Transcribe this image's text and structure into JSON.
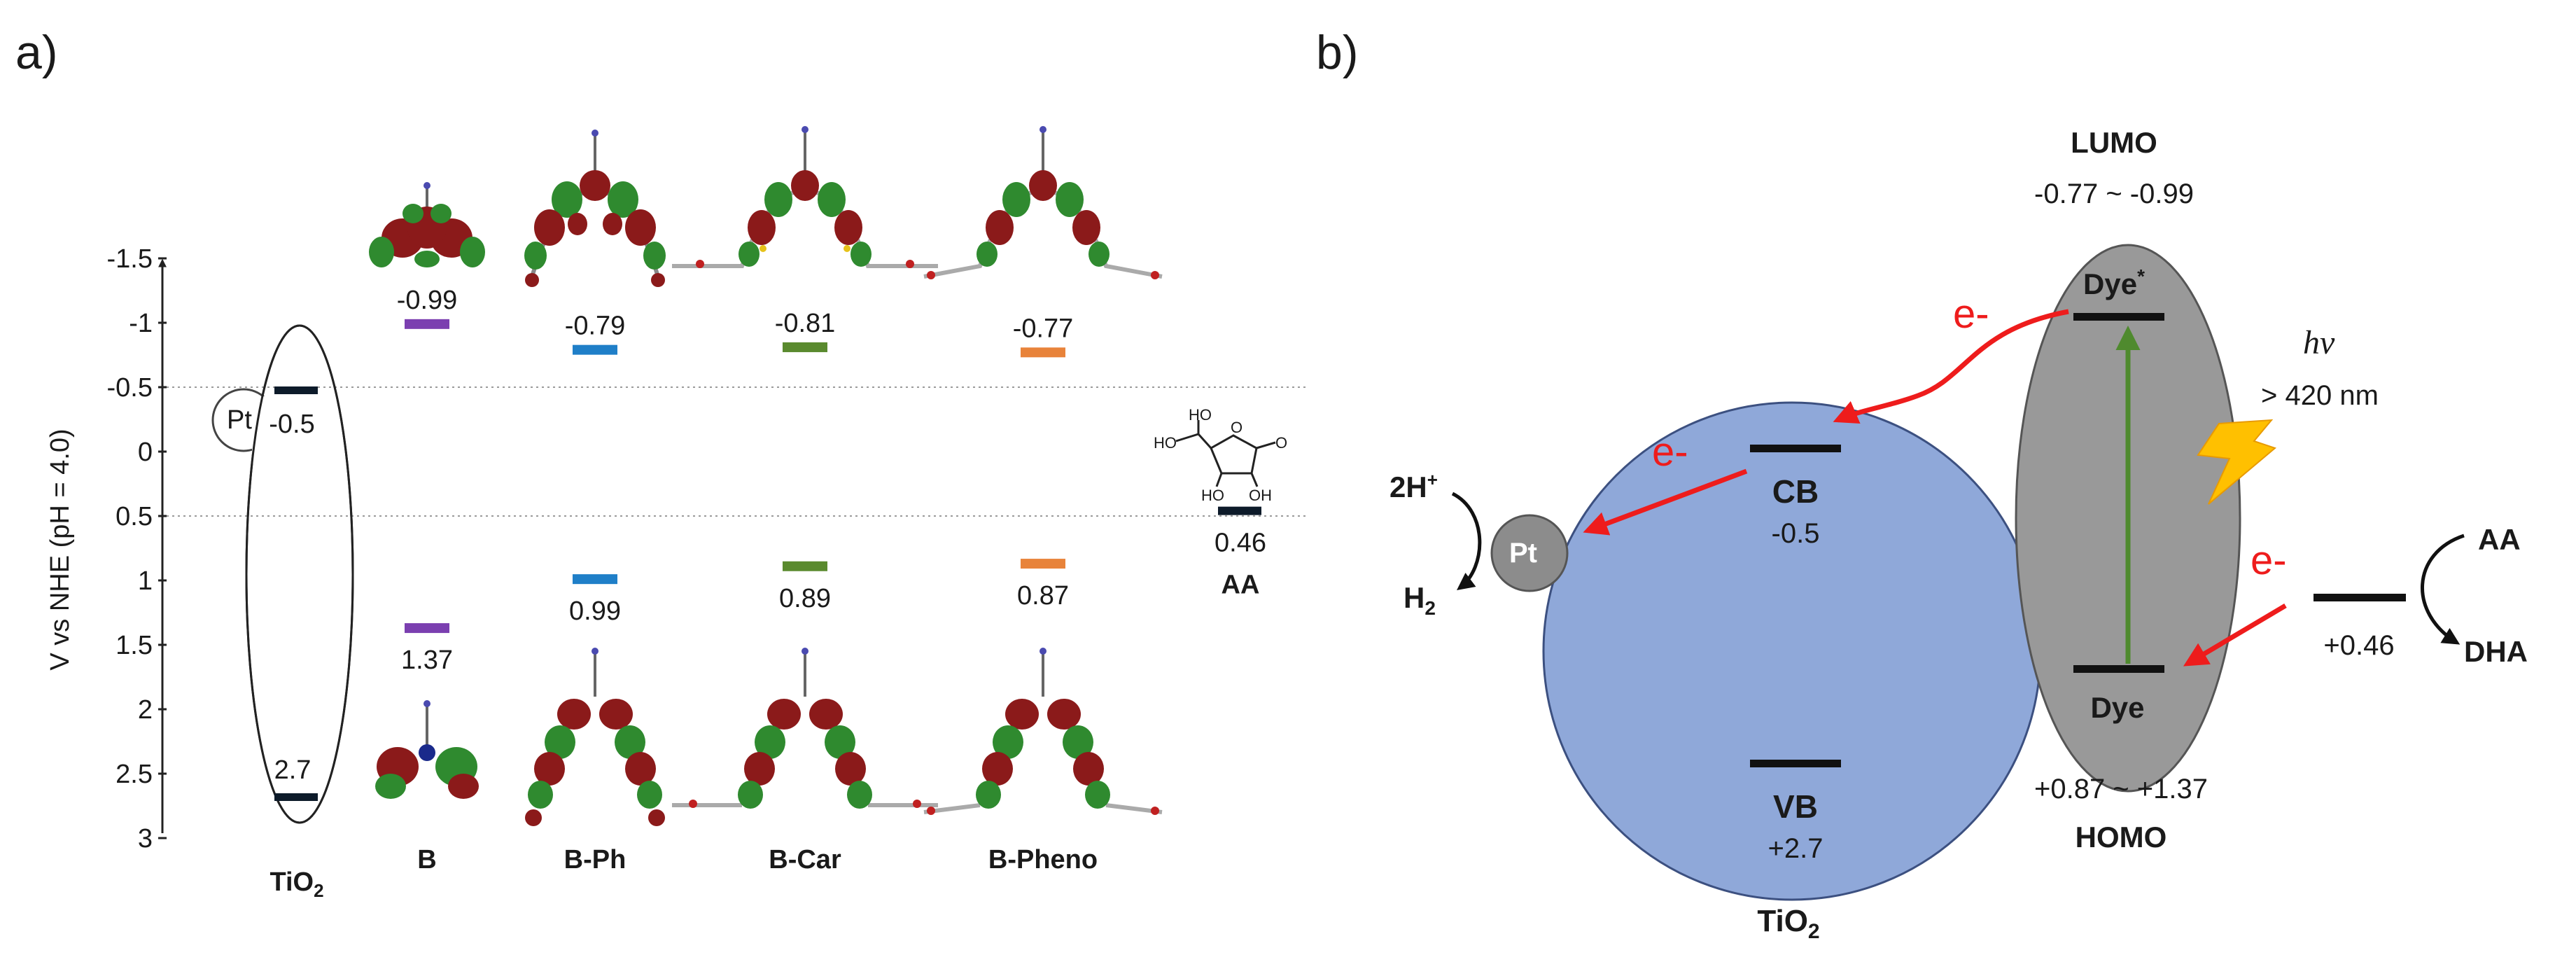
{
  "panel_a": {
    "label": "a)",
    "y_axis_title": "V vs NHE (pH = 4.0)",
    "ticks": [
      "-1.5",
      "-1",
      "-0.5",
      "0",
      "0.5",
      "1",
      "1.5",
      "2",
      "2.5",
      "3"
    ],
    "tio2": {
      "name": "TiO",
      "sub": "2",
      "cb": "-0.5",
      "vb": "2.7",
      "pt": "Pt"
    },
    "dyes": [
      {
        "name": "B",
        "lumo": "-0.99",
        "homo": "1.37",
        "color": "#7b3fb0"
      },
      {
        "name": "B-Ph",
        "lumo": "-0.79",
        "homo": "0.99",
        "color": "#1f7fc8"
      },
      {
        "name": "B-Car",
        "lumo": "-0.81",
        "homo": "0.89",
        "color": "#5a8a2e"
      },
      {
        "name": "B-Pheno",
        "lumo": "-0.77",
        "homo": "0.87",
        "color": "#e8833a"
      }
    ],
    "aa": {
      "name": "AA",
      "value": "0.46",
      "labels": {
        "ho1": "HO",
        "ho2": "HO",
        "ho3": "HO",
        "oh": "OH",
        "o1": "O",
        "o2": "O"
      }
    }
  },
  "panel_b": {
    "label": "b)",
    "lumo_title": "LUMO",
    "lumo_range": "-0.77 ~ -0.99",
    "homo_title": "HOMO",
    "homo_range": "+0.87 ~ +1.37",
    "dye_excited": "Dye",
    "dye_excited_sup": "*",
    "dye_ground": "Dye",
    "cb_label": "CB",
    "cb_value": "-0.5",
    "vb_label": "VB",
    "vb_value": "+2.7",
    "tio2_name": "TiO",
    "tio2_sub": "2",
    "pt": "Pt",
    "h_plus": "2H",
    "h_plus_sup": "+",
    "h2": "H",
    "h2_sub": "2",
    "electron": "e-",
    "hv": "hν",
    "wavelength": "> 420 nm",
    "aa": "AA",
    "dha": "DHA",
    "aa_level": "+0.46"
  },
  "colors": {
    "tio2_circle": "#8fa8d9",
    "dye_ellipse": "#999999",
    "arrow_red": "#ee1c1c",
    "arrow_green": "#4f8a2e",
    "lightning": "#ffc000",
    "pt_gray": "#8c8c8c"
  }
}
